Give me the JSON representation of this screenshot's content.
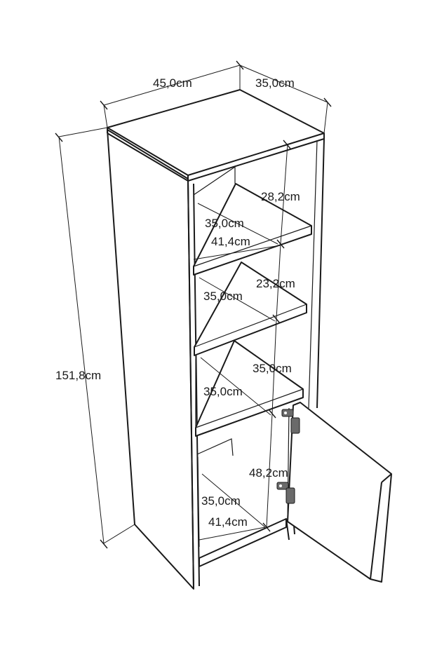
{
  "dimensions": {
    "width": "45,0cm",
    "depth": "35,0cm",
    "height": "151,8cm",
    "shelf1_height": "28,2cm",
    "shelf1_depth": "35,0cm",
    "shelf1_width": "41,4cm",
    "shelf2_height": "23,2cm",
    "shelf2_depth": "35,0cm",
    "shelf3_height": "35,0cm",
    "shelf3_depth": "35,0cm",
    "cabinet_height": "48,2cm",
    "cabinet_depth": "35,0cm",
    "cabinet_width": "41,4cm"
  }
}
